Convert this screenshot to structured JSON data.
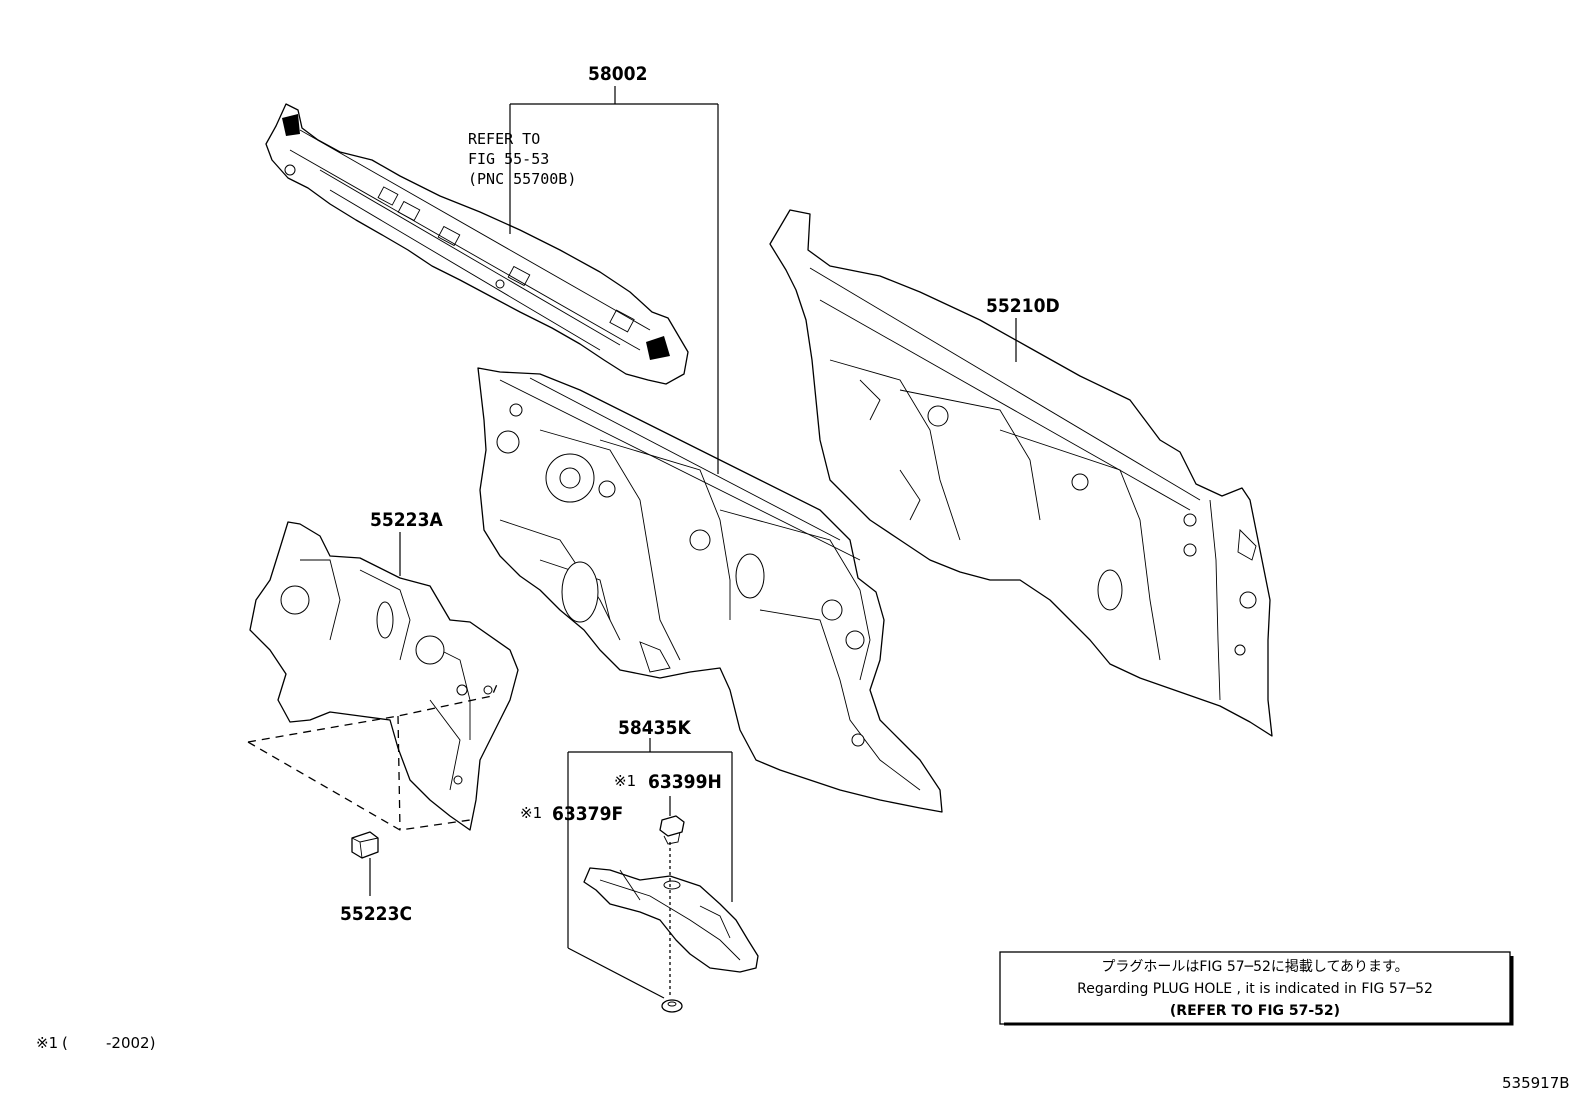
{
  "labels": {
    "p58002": "58002",
    "p55210D": "55210D",
    "p55223A": "55223A",
    "p58435K": "58435K",
    "p63399H": "63399H",
    "p63379F": "63379F",
    "p55223C": "55223C",
    "mark1": "※1",
    "mark2": "※1"
  },
  "refer": {
    "line1": "REFER TO",
    "line2": "FIG 55-53",
    "line3": "(PNC 55700B)"
  },
  "note": {
    "line1": "プラグホールはFIG 57─52に掲載してあります。",
    "line2": "Regarding  PLUG  HOLE , it is indicated in FIG  57─52",
    "line3": "(REFER  TO  FIG 57-52)"
  },
  "footnote": {
    "mark": "※1",
    "text": "(        -2002)"
  },
  "figure_id": "535917B"
}
